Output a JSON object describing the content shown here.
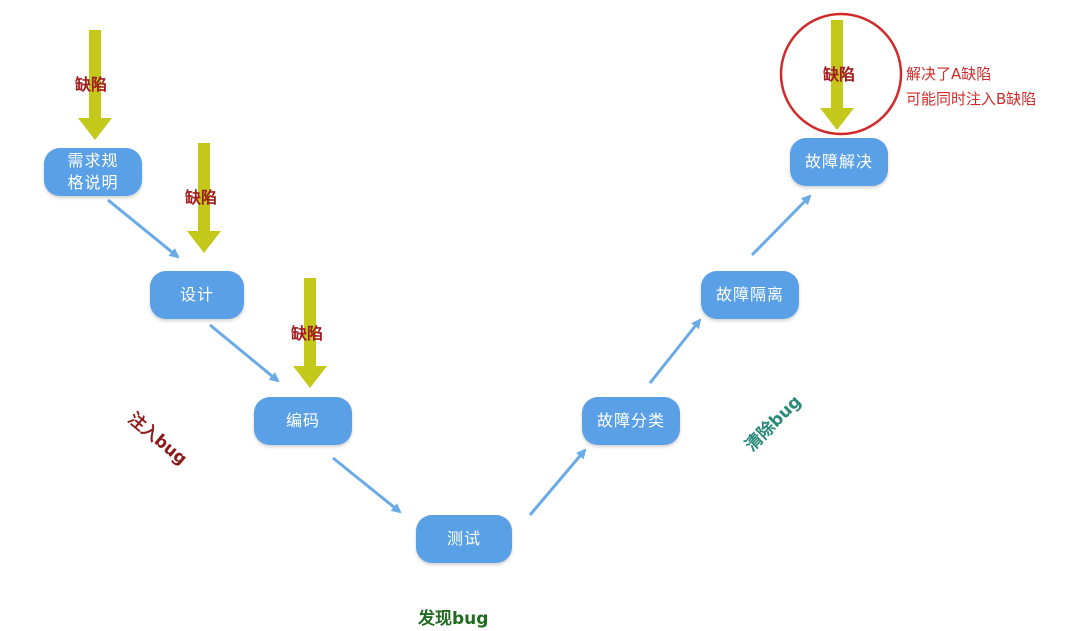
{
  "nodes": {
    "requirements": "需求规格说明",
    "design": "设计",
    "coding": "编码",
    "testing": "测试",
    "fault_classification": "故障分类",
    "fault_isolation": "故障隔离",
    "fault_resolution": "故障解决"
  },
  "defect_label": "缺陷",
  "phases": {
    "inject": "注入bug",
    "discover": "发现bug",
    "clear": "清除bug"
  },
  "annotation": {
    "line1": "解决了A缺陷",
    "line2": "可能同时注入B缺陷"
  },
  "colors": {
    "node_fill": "#5aa0e6",
    "node_arrow": "#6aaae8",
    "defect_arrow": "#c3c81a",
    "defect_text": "#a01c1c",
    "inject_text": "#8b1a1a",
    "discover_text": "#1f6b1f",
    "clear_text": "#2a8a7a",
    "highlight_circle": "#d12a2a"
  }
}
